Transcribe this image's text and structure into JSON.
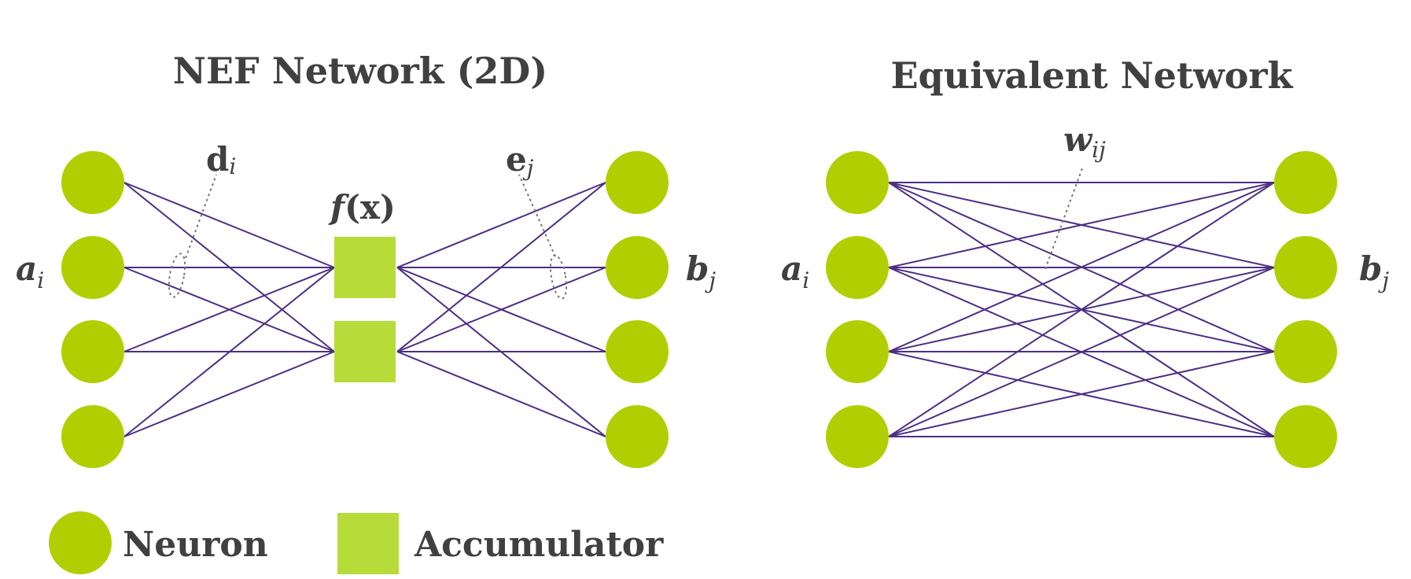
{
  "colors": {
    "neuron": "#b1cf00",
    "accumulator": "#b7dc3a",
    "connection": "#4d2f84",
    "text": "#404040"
  },
  "left_diagram": {
    "title": "NEF Network (2D)",
    "input_label_base": "a",
    "input_label_sub": "i",
    "output_label_base": "b",
    "output_label_sub": "j",
    "decoder_label_base": "d",
    "decoder_label_sub": "i",
    "encoder_label_base": "e",
    "encoder_label_sub": "j",
    "function_label_f": "f",
    "function_label_open": "(",
    "function_label_x": "x",
    "function_label_close": ")",
    "input_neurons": 4,
    "accumulators": 2,
    "output_neurons": 4
  },
  "right_diagram": {
    "title": "Equivalent Network",
    "input_label_base": "a",
    "input_label_sub": "i",
    "output_label_base": "b",
    "output_label_sub": "j",
    "weight_label_base": "w",
    "weight_label_sub": "ij",
    "input_neurons": 4,
    "output_neurons": 4
  },
  "legend": {
    "neuron_label": "Neuron",
    "accumulator_label": "Accumulator"
  }
}
